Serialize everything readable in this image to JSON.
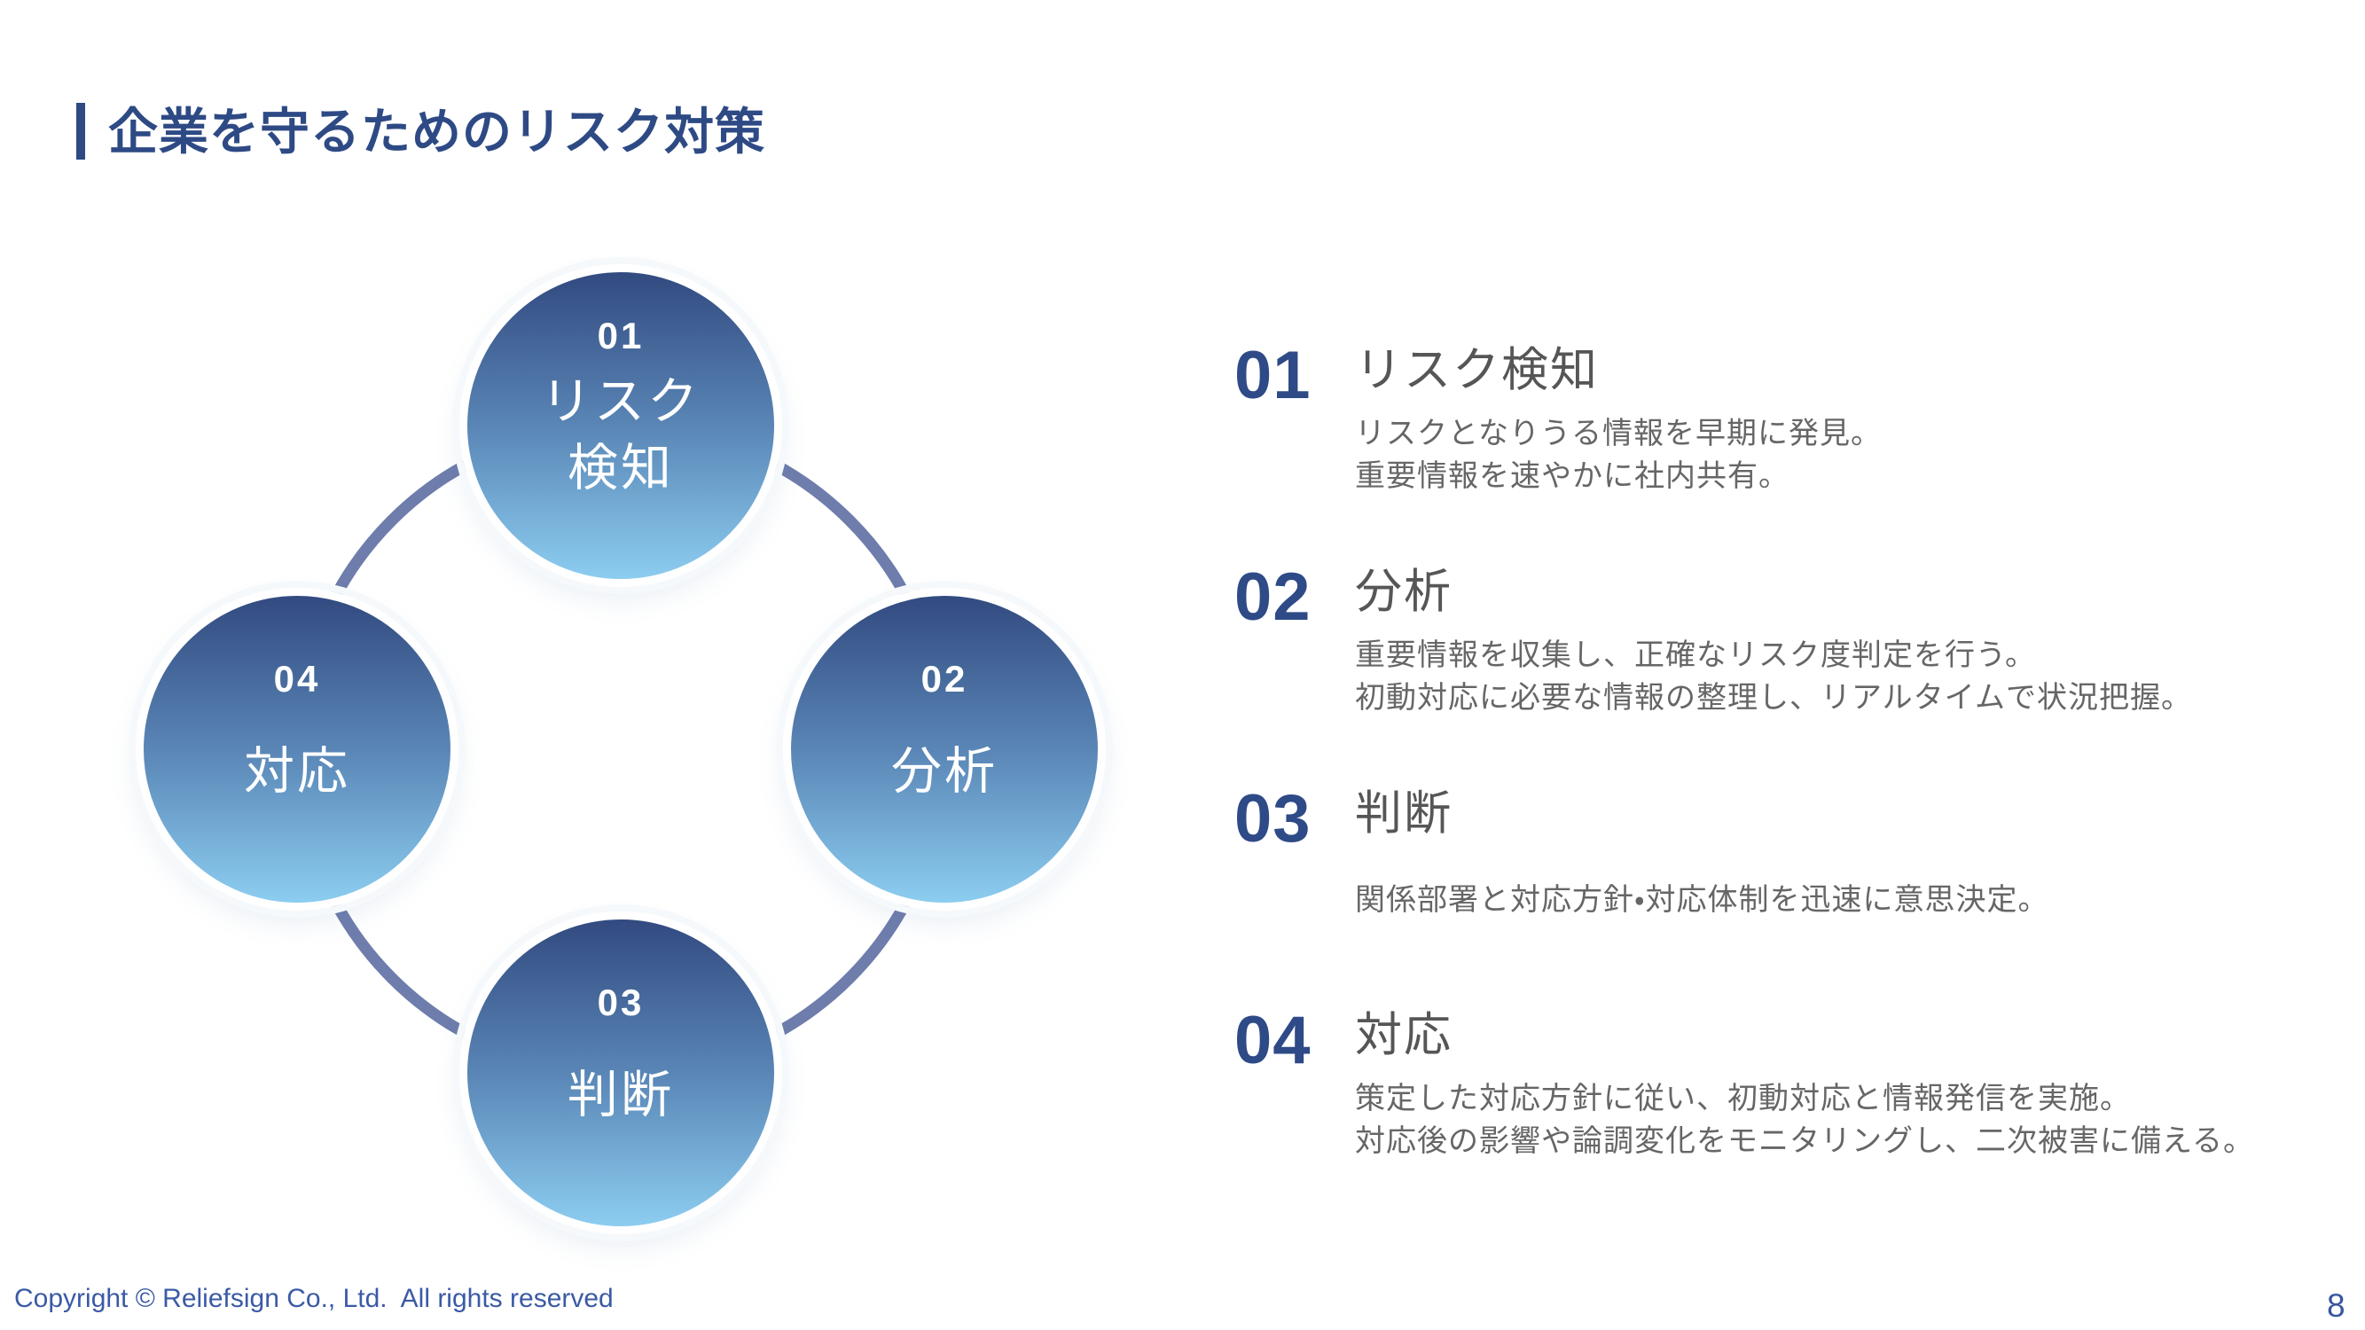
{
  "title": {
    "text": "企業を守るためのリスク対策"
  },
  "diagram": {
    "steps": [
      {
        "num": "01",
        "lines": [
          "リスク",
          "検知"
        ]
      },
      {
        "num": "02",
        "lines": [
          "分析"
        ]
      },
      {
        "num": "03",
        "lines": [
          "判断"
        ]
      },
      {
        "num": "04",
        "lines": [
          "対応"
        ]
      }
    ]
  },
  "sections": [
    {
      "num": "01",
      "heading": "リスク検知",
      "body": [
        "リスクとなりうる情報を早期に発見。",
        "重要情報を速やかに社内共有。"
      ]
    },
    {
      "num": "02",
      "heading": "分析",
      "body": [
        "重要情報を収集し、正確なリスク度判定を行う。",
        "初動対応に必要な情報の整理し、リアルタイムで状況把握。"
      ]
    },
    {
      "num": "03",
      "heading": "判断",
      "body": [
        "関係部署と対応方針・対応体制を迅速に意思決定。"
      ]
    },
    {
      "num": "04",
      "heading": "対応",
      "body": [
        "策定した対応方針に従い、初動対応と情報発信を実施。",
        "対応後の影響や論調変化をモニタリングし、二次被害に備える。"
      ]
    }
  ],
  "footer": {
    "copyright": "Copyright © Reliefsign Co., Ltd.  All rights reserved",
    "page_number": "8"
  },
  "colors": {
    "accent_navy": "#2E4A85",
    "number_navy": "#2E4A87",
    "heading_gray": "#565656",
    "body_gray": "#666666",
    "divider_gray": "#D9D9D9",
    "footer_blue": "#3B5AA6",
    "page_number_blue": "#3A55A0",
    "ring_blue": "#6E7DAC",
    "circle_gradient_top": "#324A80",
    "circle_gradient_bottom": "#8CCDF0"
  }
}
